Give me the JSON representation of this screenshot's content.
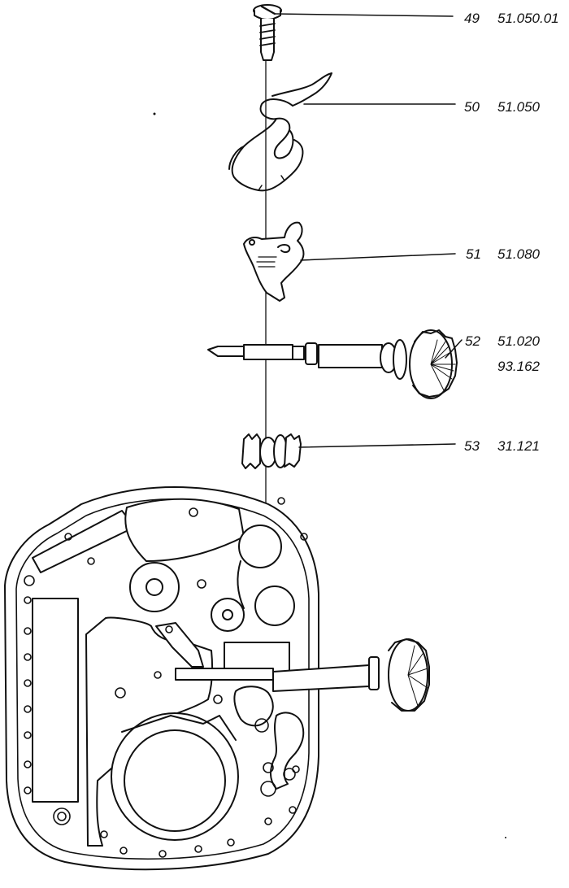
{
  "labels": [
    {
      "num": "49",
      "codes": [
        "51.050.01"
      ]
    },
    {
      "num": "50",
      "codes": [
        "51.050"
      ]
    },
    {
      "num": "51",
      "codes": [
        "51.080"
      ]
    },
    {
      "num": "52",
      "codes": [
        "51.020",
        "93.162"
      ]
    },
    {
      "num": "53",
      "codes": [
        "31.121"
      ]
    }
  ]
}
